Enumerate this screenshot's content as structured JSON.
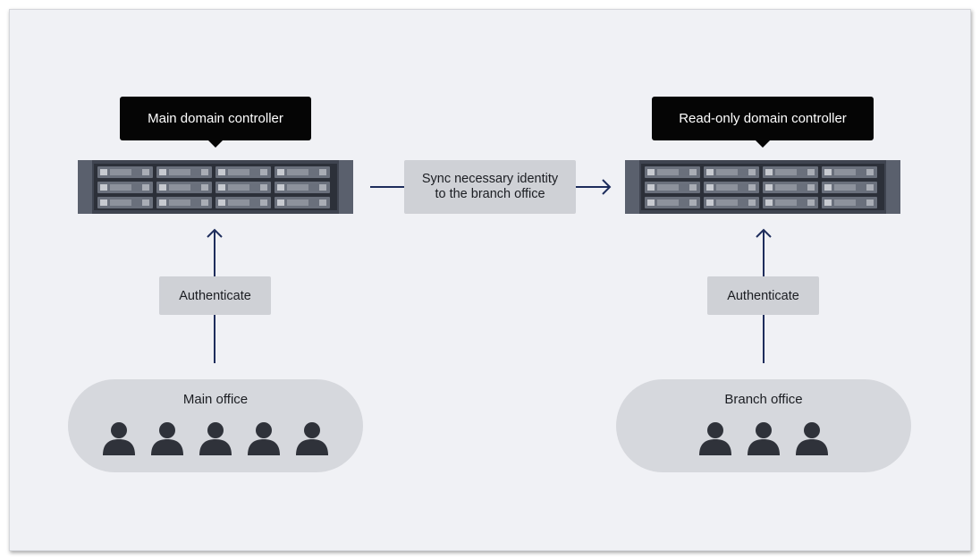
{
  "colors": {
    "background": "#f0f1f5",
    "callout": "#050505",
    "label_box": "#cfd1d6",
    "office_pill": "#d6d8dd",
    "arrow": "#1e2d5c",
    "server_body": "#3f4450",
    "person": "#2f323a"
  },
  "main_controller": {
    "callout": "Main domain controller",
    "icon": "server-rack-icon"
  },
  "readonly_controller": {
    "callout": "Read-only domain controller",
    "icon": "server-rack-icon"
  },
  "sync": {
    "line1": "Sync necessary identity",
    "line2": "to the branch office"
  },
  "main_auth": {
    "label": "Authenticate"
  },
  "branch_auth": {
    "label": "Authenticate"
  },
  "main_office": {
    "title": "Main office",
    "people_count": 5,
    "icon": "person-icon"
  },
  "branch_office": {
    "title": "Branch office",
    "people_count": 3,
    "icon": "person-icon"
  }
}
